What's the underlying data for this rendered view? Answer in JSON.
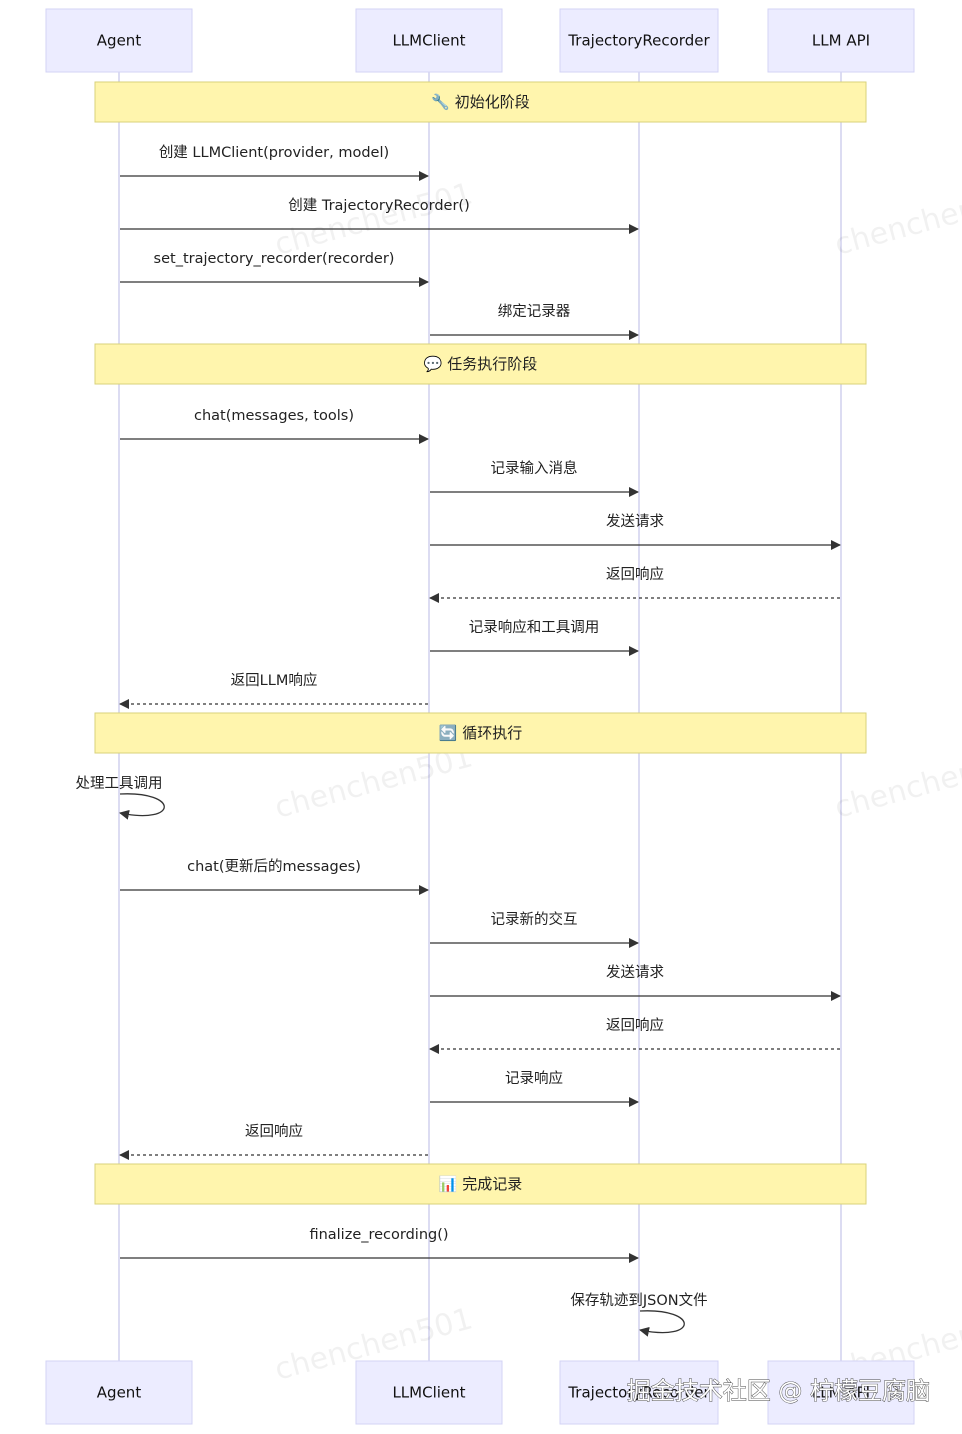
{
  "actors": [
    {
      "id": "agent",
      "label": "Agent"
    },
    {
      "id": "llmclient",
      "label": "LLMClient"
    },
    {
      "id": "recorder",
      "label": "TrajectoryRecorder"
    },
    {
      "id": "llmapi",
      "label": "LLM API"
    }
  ],
  "events": [
    {
      "kind": "note",
      "icon": "🔧",
      "label": "初始化阶段"
    },
    {
      "kind": "msg",
      "from": "agent",
      "to": "llmclient",
      "style": "solid",
      "label": "创建 LLMClient(provider, model)"
    },
    {
      "kind": "msg",
      "from": "agent",
      "to": "recorder",
      "style": "solid",
      "label": "创建 TrajectoryRecorder()"
    },
    {
      "kind": "msg",
      "from": "agent",
      "to": "llmclient",
      "style": "solid",
      "label": "set_trajectory_recorder(recorder)"
    },
    {
      "kind": "msg",
      "from": "llmclient",
      "to": "recorder",
      "style": "solid",
      "label": "绑定记录器"
    },
    {
      "kind": "note",
      "icon": "💬",
      "label": "任务执行阶段"
    },
    {
      "kind": "msg",
      "from": "agent",
      "to": "llmclient",
      "style": "solid",
      "label": "chat(messages, tools)"
    },
    {
      "kind": "msg",
      "from": "llmclient",
      "to": "recorder",
      "style": "solid",
      "label": "记录输入消息"
    },
    {
      "kind": "msg",
      "from": "llmclient",
      "to": "llmapi",
      "style": "solid",
      "label": "发送请求"
    },
    {
      "kind": "msg",
      "from": "llmapi",
      "to": "llmclient",
      "style": "dashed",
      "label": "返回响应"
    },
    {
      "kind": "msg",
      "from": "llmclient",
      "to": "recorder",
      "style": "solid",
      "label": "记录响应和工具调用"
    },
    {
      "kind": "msg",
      "from": "llmclient",
      "to": "agent",
      "style": "dashed",
      "label": "返回LLM响应"
    },
    {
      "kind": "note",
      "icon": "🔄",
      "label": "循环执行"
    },
    {
      "kind": "self",
      "actor": "agent",
      "label": "处理工具调用"
    },
    {
      "kind": "msg",
      "from": "agent",
      "to": "llmclient",
      "style": "solid",
      "label": "chat(更新后的messages)"
    },
    {
      "kind": "msg",
      "from": "llmclient",
      "to": "recorder",
      "style": "solid",
      "label": "记录新的交互"
    },
    {
      "kind": "msg",
      "from": "llmclient",
      "to": "llmapi",
      "style": "solid",
      "label": "发送请求"
    },
    {
      "kind": "msg",
      "from": "llmapi",
      "to": "llmclient",
      "style": "dashed",
      "label": "返回响应"
    },
    {
      "kind": "msg",
      "from": "llmclient",
      "to": "recorder",
      "style": "solid",
      "label": "记录响应"
    },
    {
      "kind": "msg",
      "from": "llmclient",
      "to": "agent",
      "style": "dashed",
      "label": "返回响应"
    },
    {
      "kind": "note",
      "icon": "📊",
      "label": "完成记录"
    },
    {
      "kind": "msg",
      "from": "agent",
      "to": "recorder",
      "style": "solid",
      "label": "finalize_recording()"
    },
    {
      "kind": "self",
      "actor": "recorder",
      "label": "保存轨迹到JSON文件"
    }
  ],
  "watermark": {
    "text": "chenchen501",
    "corner_text": "掘金技术社区 @ 柠檬豆腐脑"
  }
}
